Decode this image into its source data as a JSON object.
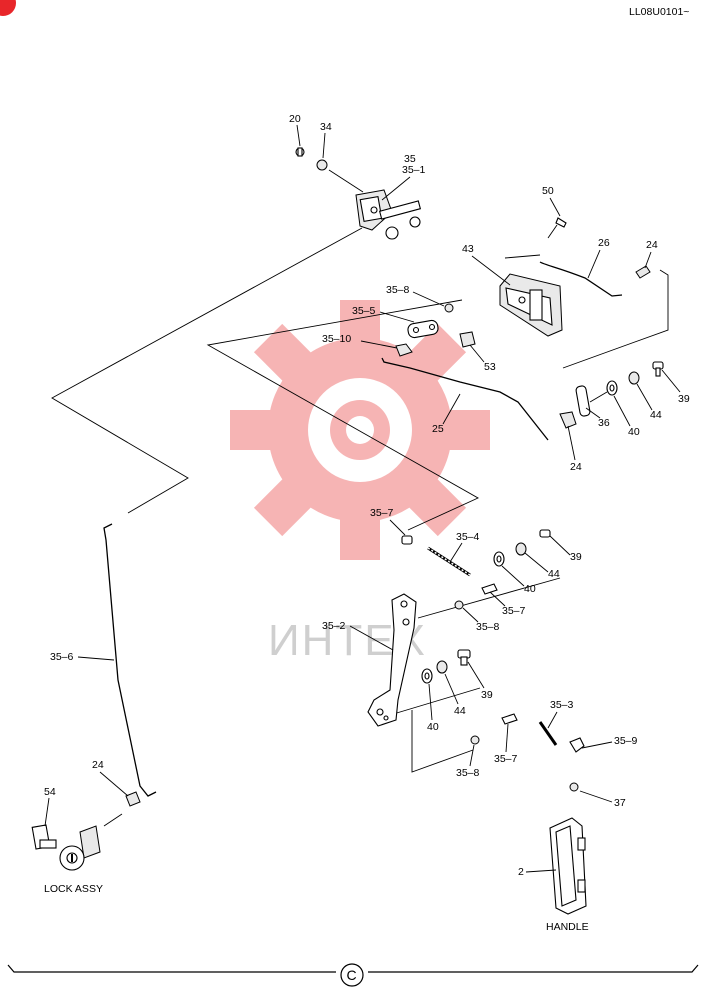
{
  "header": {
    "code": "LL08U0101~"
  },
  "footer": {
    "symbol": "C"
  },
  "watermark": {
    "text": "ИНТЕХ",
    "color": "#f07878"
  },
  "badge": {
    "color": "#e8262a"
  },
  "captions": {
    "lock_assy": "LOCK ASSY",
    "handle": "HANDLE"
  },
  "labels": {
    "p20": "20",
    "p34": "34",
    "p35": "35",
    "p35_1": "35–1",
    "p50": "50",
    "p43": "43",
    "p26": "26",
    "p24_top": "24",
    "p35_8_top": "35–8",
    "p35_5": "35–5",
    "p35_10": "35–10",
    "p53": "53",
    "p25": "25",
    "p39_r": "39",
    "p44_r": "44",
    "p40_r": "40",
    "p36": "36",
    "p24_mid": "24",
    "p35_7_top": "35–7",
    "p35_4": "35–4",
    "p39_m": "39",
    "p44_m": "44",
    "p40_m": "40",
    "p35_7_m": "35–7",
    "p35_8_m": "35–8",
    "p35_2": "35–2",
    "p39_l": "39",
    "p44_l": "44",
    "p40_l": "40",
    "p35_3": "35–3",
    "p35_9": "35–9",
    "p35_7_b": "35–7",
    "p35_8_b": "35–8",
    "p37": "37",
    "p35_6": "35–6",
    "p24_b": "24",
    "p54": "54",
    "p2": "2"
  }
}
